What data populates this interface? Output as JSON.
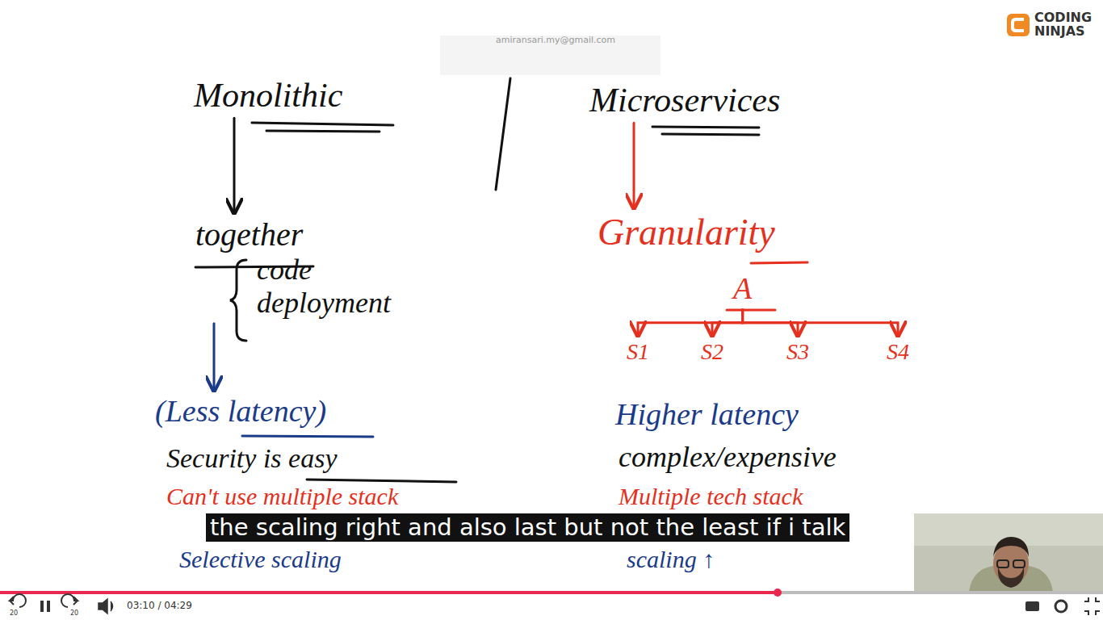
{
  "diagram": {
    "nodes": [
      {
        "text": [
          "Monolithic"
        ]
      },
      {
        "text": [
          "Microservices"
        ]
      },
      {
        "text": [
          "together",
          "code",
          "deployment"
        ]
      },
      {
        "text": [
          "Granularity"
        ]
      },
      {
        "text": [
          "A"
        ]
      },
      {
        "text": [
          "S1"
        ]
      },
      {
        "text": [
          "S2"
        ]
      },
      {
        "text": [
          "S3"
        ]
      },
      {
        "text": [
          "S4"
        ]
      },
      {
        "text": [
          "(Less latency)"
        ]
      }
    ],
    "edges": [
      {
        "from": 0,
        "to": 2,
        "arrow": "to"
      },
      {
        "from": 1,
        "to": 3,
        "arrow": "to"
      },
      {
        "from": 2,
        "to": 9,
        "arrow": "to"
      },
      {
        "from": 4,
        "to": 5,
        "arrow": "to"
      },
      {
        "from": 4,
        "to": 6,
        "arrow": "to"
      },
      {
        "from": 4,
        "to": 7,
        "arrow": "to"
      },
      {
        "from": 4,
        "to": 8,
        "arrow": "to"
      }
    ],
    "labels": [
      "Security is easy",
      "Can't use multiple stack",
      "Selective scaling",
      "Higher latency",
      "complex/expensive",
      "Multiple tech stack",
      "scaling ↑",
      "the scaling right and also last but not the least if i talk",
      "amiransari.my@gmail.com",
      "CODING NINJAS",
      "03:10 / 04:29",
      "20",
      "20"
    ]
  }
}
